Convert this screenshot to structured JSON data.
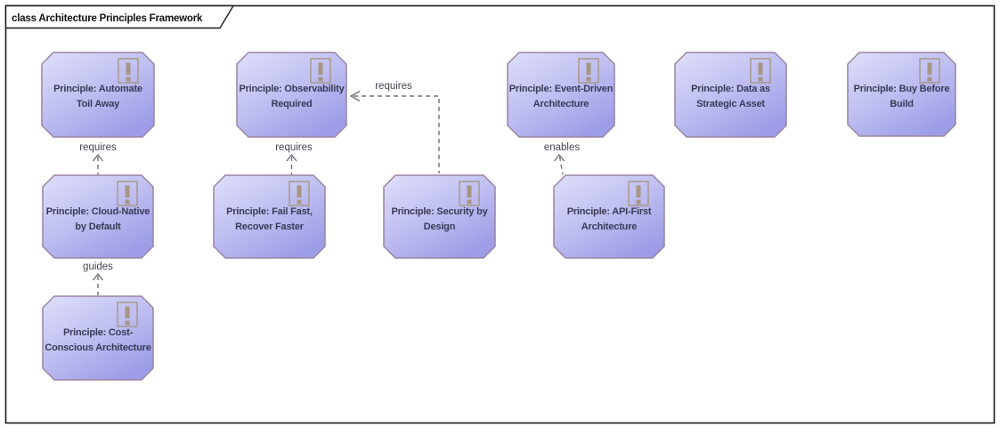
{
  "diagram": {
    "frame_title": "class Architecture Principles Framework",
    "diagram_type": "class"
  },
  "nodes": [
    {
      "name": "automate-toil-away",
      "label": "Principle: Automate Toil Away",
      "lines": [
        "Principle: Automate",
        "Toil Away"
      ]
    },
    {
      "name": "observability-required",
      "label": "Principle: Observability Required",
      "lines": [
        "Principle: Observability",
        "Required"
      ]
    },
    {
      "name": "event-driven-architecture",
      "label": "Principle: Event-Driven Architecture",
      "lines": [
        "Principle: Event-Driven",
        "Architecture"
      ]
    },
    {
      "name": "data-as-strategic-asset",
      "label": "Principle: Data as Strategic Asset",
      "lines": [
        "Principle: Data as",
        "Strategic Asset"
      ]
    },
    {
      "name": "buy-before-build",
      "label": "Principle: Buy Before Build",
      "lines": [
        "Principle: Buy Before",
        "Build"
      ]
    },
    {
      "name": "cloud-native-by-default",
      "label": "Principle: Cloud-Native by Default",
      "lines": [
        "Principle: Cloud-Native",
        "by Default"
      ]
    },
    {
      "name": "fail-fast-recover-faster",
      "label": "Principle: Fail Fast, Recover Faster",
      "lines": [
        "Principle: Fail Fast,",
        "Recover Faster"
      ]
    },
    {
      "name": "security-by-design",
      "label": "Principle: Security by Design",
      "lines": [
        "Principle: Security by",
        "Design"
      ]
    },
    {
      "name": "api-first-architecture",
      "label": "Principle: API-First Architecture",
      "lines": [
        "Principle: API-First",
        "Architecture"
      ]
    },
    {
      "name": "cost-conscious-architecture",
      "label": "Principle: Cost-Conscious Architecture",
      "lines": [
        "Principle: Cost-",
        "Conscious Architecture"
      ]
    }
  ],
  "connectors": [
    {
      "label": "requires",
      "source": "cloud-native-by-default",
      "target": "automate-toil-away",
      "style": "dashed",
      "arrow": "open, points up to target"
    },
    {
      "label": "guides",
      "source": "cost-conscious-architecture",
      "target": "cloud-native-by-default",
      "style": "dashed",
      "arrow": "open, points up to target"
    },
    {
      "label": "requires",
      "source": "fail-fast-recover-faster",
      "target": "observability-required",
      "style": "dashed",
      "arrow": "open, points up to target"
    },
    {
      "label": "requires",
      "source": "security-by-design",
      "target": "observability-required",
      "style": "dashed",
      "arrow": "open, points left to target"
    },
    {
      "label": "enables",
      "source": "api-first-architecture",
      "target": "event-driven-architecture",
      "style": "dashed",
      "arrow": "open, points up to target"
    }
  ],
  "icons": {
    "node_badge": "exclamation-note-icon"
  },
  "colors": {
    "background": "#ffffff",
    "frame_border": "#1a1a1a",
    "node_fill_light": "#dfdffa",
    "node_fill_dark": "#9d9de7",
    "node_border": "#9a84a2",
    "node_text": "#3a3a58",
    "connector": "#70707e",
    "badge": "#a79683"
  }
}
